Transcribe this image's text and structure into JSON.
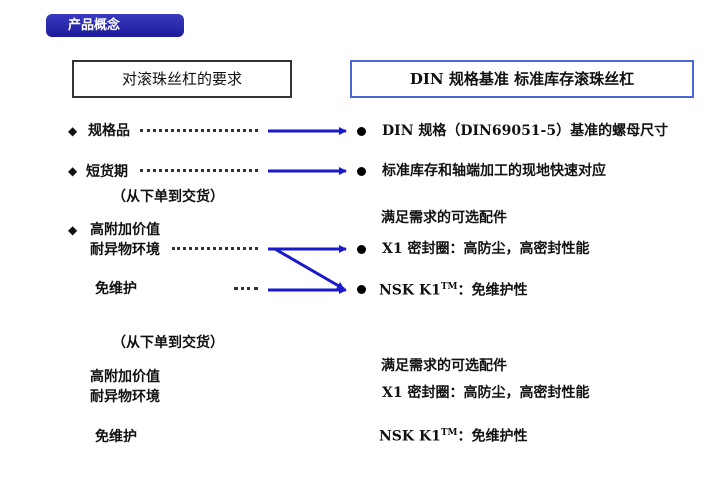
{
  "title": "产品概念",
  "left_header": "对滚珠丝杠的要求",
  "right_header": "DIN 规格基准  标准库存滚珠丝杠",
  "bullet_glyph": "◆",
  "requirements": {
    "spec": "规格品",
    "short": "短货期",
    "short_note": "（从下单到交货）",
    "value": "高附加价值",
    "env": "耐异物环境",
    "maint": "免维护"
  },
  "solutions": {
    "din": "DIN 规格（DIN69051-5）基准的螺母尺寸",
    "stock": "标准库存和轴端加工的现地快速对应",
    "options": "满足需求的可选配件",
    "x1": "X1 密封圈：高防尘，高密封性能",
    "k1_prefix": "NSK K1",
    "k1_tm": "TM",
    "k1_suffix": "：免维护性"
  },
  "colors": {
    "accent": "#1c1c9a",
    "arrow": "#1a1acc"
  }
}
